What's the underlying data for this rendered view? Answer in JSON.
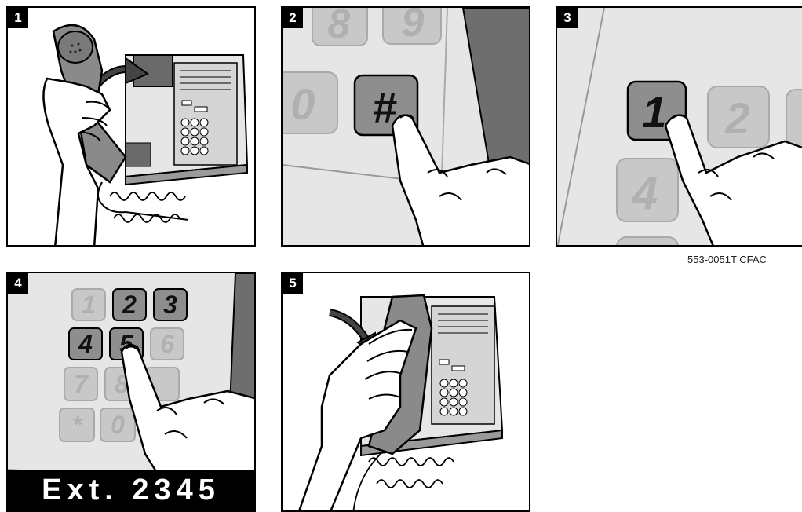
{
  "steps": [
    {
      "number": "1",
      "action": "lift-handset"
    },
    {
      "number": "2",
      "action": "press-pound"
    },
    {
      "number": "3",
      "action": "press-one"
    },
    {
      "number": "4",
      "action": "dial-extension"
    },
    {
      "number": "5",
      "action": "hang-up"
    }
  ],
  "keypad": {
    "keys": [
      "1",
      "2",
      "3",
      "4",
      "5",
      "6",
      "7",
      "8",
      "9",
      "*",
      "0",
      "#"
    ]
  },
  "extension_label": "Ext.  2345",
  "figure_code": "553-0051T CFAC",
  "colors": {
    "panel_bg": "#ffffff",
    "phone_gray": "#c8c8c8",
    "dark_gray": "#6e6e6e",
    "key_light": "#bdbdbd",
    "outline": "#000000"
  }
}
